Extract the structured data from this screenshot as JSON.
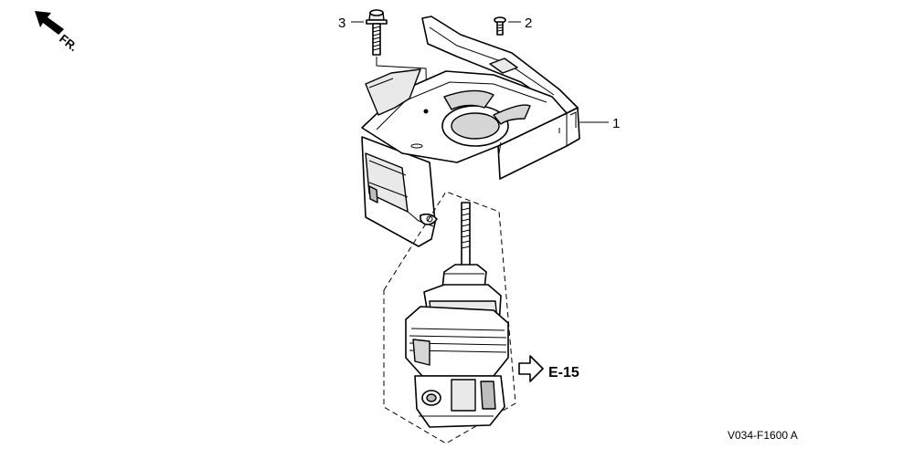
{
  "direction_label": "FR.",
  "callouts": {
    "part_1": "1",
    "part_2": "2",
    "part_3": "3"
  },
  "reference": {
    "label": "E-15"
  },
  "diagram_code": "V034-F1600 A"
}
